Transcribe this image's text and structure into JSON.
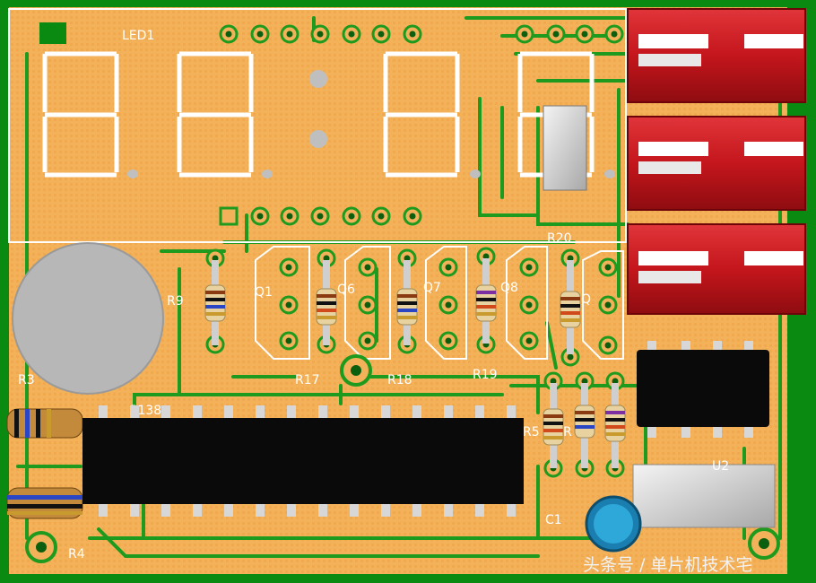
{
  "board": {
    "labels": {
      "led1": "LED1",
      "r20": "R20",
      "r9": "R9",
      "q1": "Q1",
      "q6": "Q6",
      "q7": "Q7",
      "q8": "Q8",
      "r17": "R17",
      "r18": "R18",
      "r19": "R19",
      "r3": "R3",
      "r4": "R4",
      "r5": "R5",
      "r_partial": "R",
      "p138": "P138",
      "c1": "C1",
      "u2": "U2",
      "r_q9": "Q"
    },
    "watermark": "头条号 / 单片机技术宅",
    "colors": {
      "board_green": "#0b8a12",
      "copper": "#f3b25a",
      "trace": "#1e9a1e",
      "silkscreen": "#ffffff",
      "ic_body": "#0a0a0a",
      "switch_red": "#c4161c",
      "buzzer": "#b7b7b7"
    }
  }
}
